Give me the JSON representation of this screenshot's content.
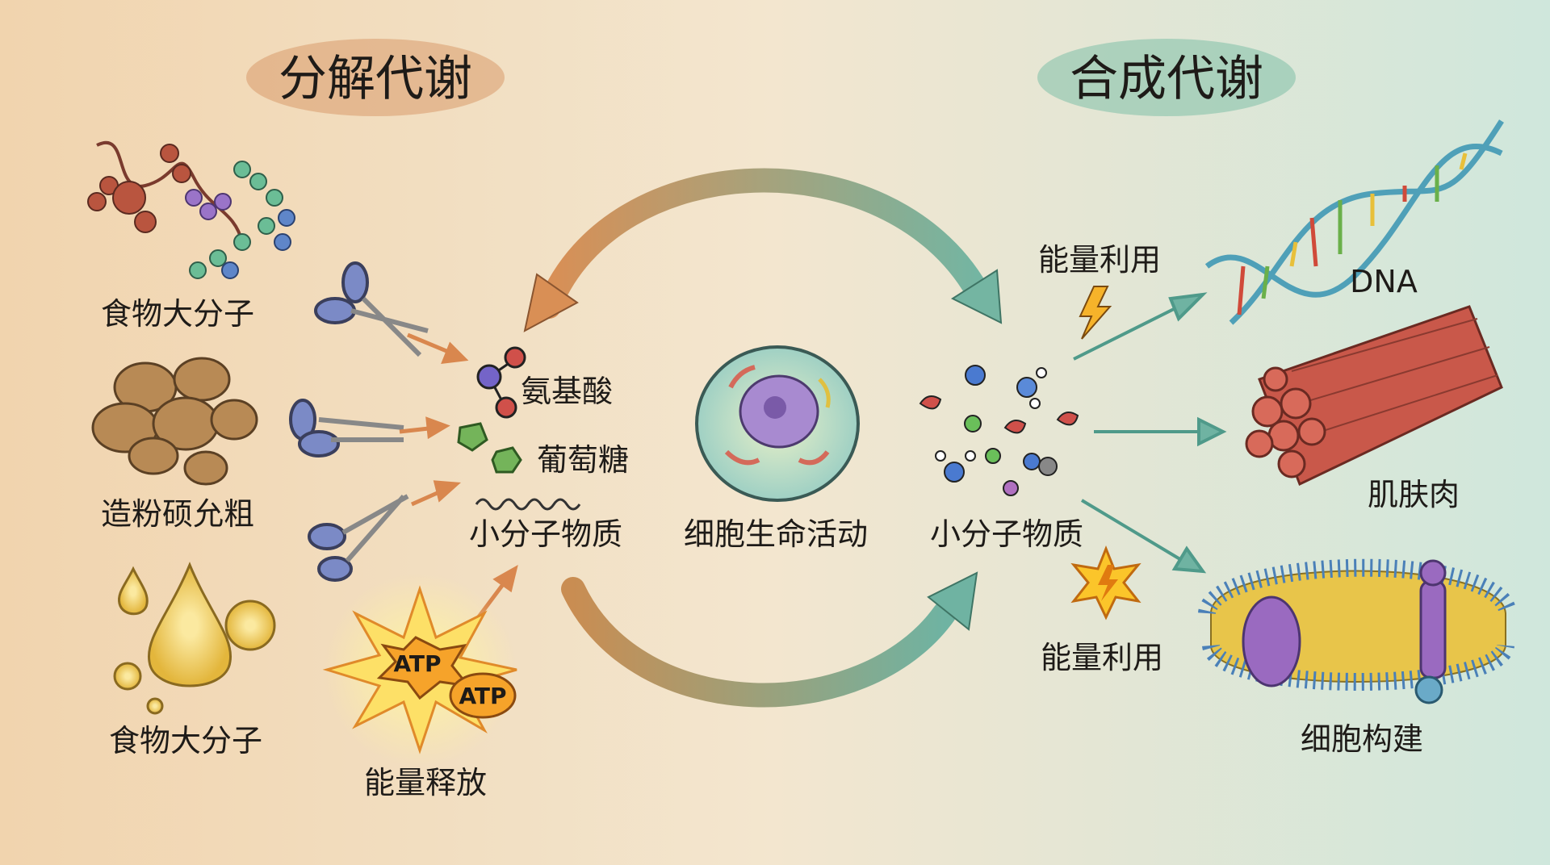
{
  "titles": {
    "catabolism": "分解代谢",
    "anabolism": "合成代谢"
  },
  "catabolism": {
    "food_macromolecule_1": "食物大分子",
    "starch": "造粉硕允粗",
    "food_macromolecule_2": "食物大分子",
    "amino_acid": "氨基酸",
    "glucose": "葡萄糖",
    "small_molecules": "小分子物质",
    "energy_release": "能量释放",
    "atp_1": "ATP",
    "atp_2": "ATP"
  },
  "center": {
    "cell_activity": "细胞生命活动"
  },
  "anabolism": {
    "small_molecules": "小分子物质",
    "energy_use_1": "能量利用",
    "energy_use_2": "能量利用",
    "dna": "DNA",
    "muscle": "肌肤肉",
    "cell_building": "细胞构建"
  },
  "colors": {
    "catabolism_accent": "#d9935a",
    "anabolism_accent": "#6fb3a2",
    "bg_left": "#f2d8b4",
    "bg_right": "#d3eadf"
  }
}
